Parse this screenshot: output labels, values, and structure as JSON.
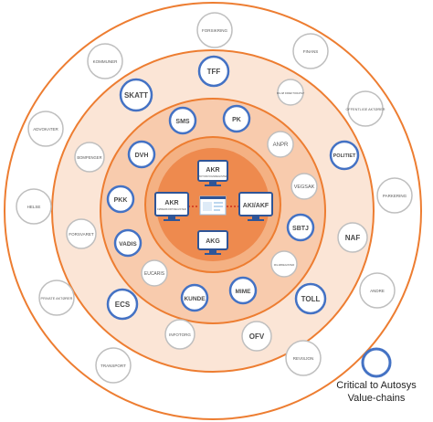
{
  "colors": {
    "ring_stroke": "#ED7D31",
    "ring1_fill": "#FFFFFF",
    "ring2_fill": "#FBE5D6",
    "ring3_fill": "#F8CBAD",
    "core_fill": "#F4B183",
    "core_center_fill": "#EE8A4E",
    "critical_stroke": "#4472C4",
    "normal_stroke": "#BFBFBF",
    "monitor_fill": "#2F5597",
    "link_line": "#C00000"
  },
  "core": {
    "systems": [
      {
        "id": "akr-top",
        "label": "AKR",
        "sublabel": "MOTORVOGNREGISTER"
      },
      {
        "id": "akr-left",
        "label": "AKR",
        "sublabel": "FØRERKORTREGISTER"
      },
      {
        "id": "aki-akf",
        "label": "AKI/AKF",
        "sublabel": ""
      },
      {
        "id": "akg",
        "label": "AKG",
        "sublabel": ""
      }
    ],
    "center_icon": "system-screenshot-icon"
  },
  "nodes": [
    {
      "label": "FORSIKRING",
      "critical": false,
      "ring": "outer"
    },
    {
      "label": "FINANS",
      "critical": false,
      "ring": "outer"
    },
    {
      "label": "KOMMUNER",
      "critical": false,
      "ring": "outer"
    },
    {
      "label": "OFFENTLIGE AKTØRER",
      "critical": false,
      "ring": "outer"
    },
    {
      "label": "ADVOKATER",
      "critical": false,
      "ring": "outer"
    },
    {
      "label": "HELSE",
      "critical": false,
      "ring": "outer"
    },
    {
      "label": "PARKERING",
      "critical": false,
      "ring": "outer"
    },
    {
      "label": "PRIVATE AKTØRER",
      "critical": false,
      "ring": "outer"
    },
    {
      "label": "ANDRE",
      "critical": false,
      "ring": "outer"
    },
    {
      "label": "TRANSPORT",
      "critical": false,
      "ring": "outer"
    },
    {
      "label": "REVISJON",
      "critical": false,
      "ring": "outer"
    },
    {
      "label": "TFF",
      "critical": true,
      "ring": "second"
    },
    {
      "label": "SKATT",
      "critical": true,
      "ring": "second"
    },
    {
      "label": "MILJØ DIREKTORATET",
      "critical": false,
      "ring": "second"
    },
    {
      "label": "POLITIET",
      "critical": true,
      "ring": "second"
    },
    {
      "label": "BOMPENGER",
      "critical": false,
      "ring": "second"
    },
    {
      "label": "NAF",
      "critical": false,
      "ring": "second"
    },
    {
      "label": "FORSVARET",
      "critical": false,
      "ring": "second"
    },
    {
      "label": "ECS",
      "critical": true,
      "ring": "second"
    },
    {
      "label": "TOLL",
      "critical": true,
      "ring": "second"
    },
    {
      "label": "INFOTORG",
      "critical": false,
      "ring": "second"
    },
    {
      "label": "OFV",
      "critical": false,
      "ring": "second"
    },
    {
      "label": "SMS",
      "critical": true,
      "ring": "third"
    },
    {
      "label": "PK",
      "critical": true,
      "ring": "third"
    },
    {
      "label": "DVH",
      "critical": true,
      "ring": "third"
    },
    {
      "label": "ANPR",
      "critical": false,
      "ring": "third"
    },
    {
      "label": "PKK",
      "critical": true,
      "ring": "third"
    },
    {
      "label": "VEGSAK",
      "critical": false,
      "ring": "third"
    },
    {
      "label": "SBTJ",
      "critical": true,
      "ring": "third"
    },
    {
      "label": "VADIS",
      "critical": true,
      "ring": "third"
    },
    {
      "label": "MILJØREGISTER",
      "critical": false,
      "ring": "third"
    },
    {
      "label": "EUCARIS",
      "critical": false,
      "ring": "third"
    },
    {
      "label": "KUNDE",
      "critical": true,
      "ring": "third"
    },
    {
      "label": "MIME",
      "critical": true,
      "ring": "third"
    }
  ],
  "legend": {
    "line1": "Critical to Autosys",
    "line2": "Value-chains"
  }
}
